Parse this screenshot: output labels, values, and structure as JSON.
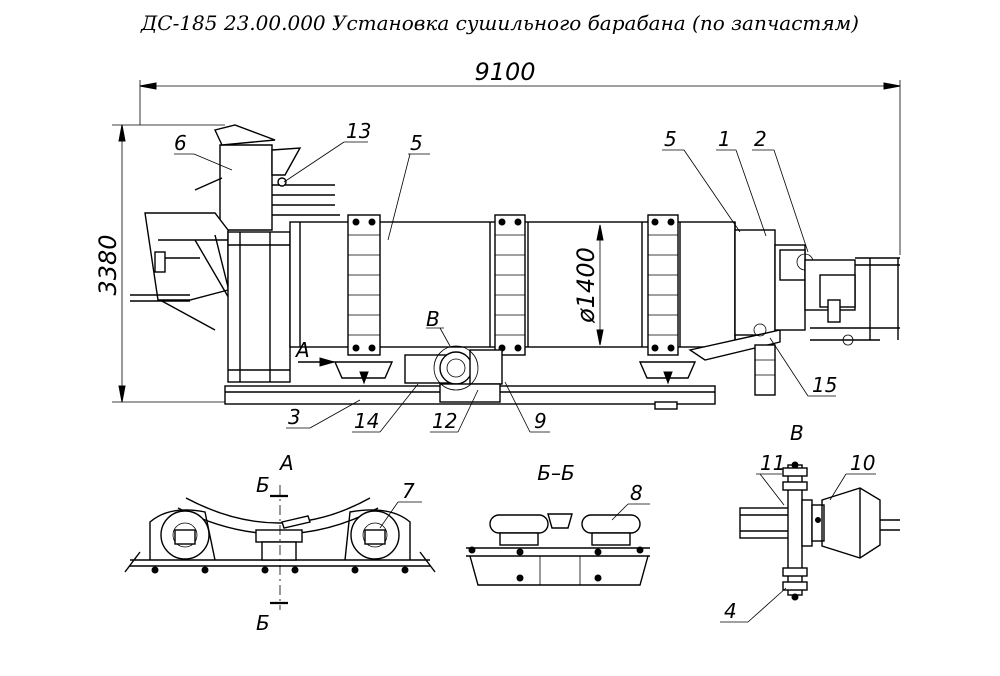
{
  "title": "ДС-185 23.00.000 Установка сушильного барабана (по запчастям)",
  "dimensions": {
    "length": "9100",
    "height": "3380",
    "diameter": "ø1400"
  },
  "main_view": {
    "callouts": [
      "6",
      "13",
      "5",
      "5",
      "1",
      "2",
      "15",
      "3",
      "14",
      "12",
      "9"
    ],
    "section_marks": {
      "a": "А",
      "b": "В"
    }
  },
  "detail_a": {
    "title": "А",
    "callout": "7",
    "cut_mark_top": "Б",
    "cut_mark_bottom": "Б"
  },
  "detail_bb": {
    "title": "Б–Б",
    "callout": "8"
  },
  "detail_v": {
    "title": "В",
    "callouts": [
      "11",
      "10",
      "4"
    ]
  }
}
